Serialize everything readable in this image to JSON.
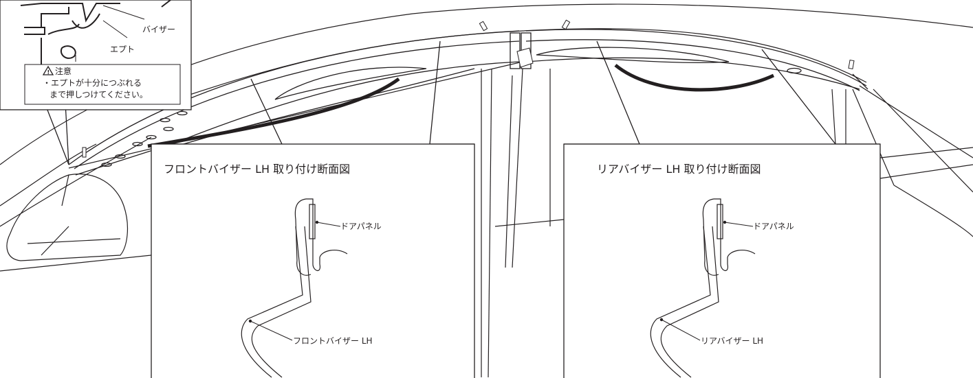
{
  "callout_top_left": {
    "visor_label": "バイザー",
    "ept_label": "エプト",
    "caution_title": "注意",
    "caution_line1": "・エプトが十分につぶれる",
    "caution_line2": "まで押しつけてください。"
  },
  "panel_front": {
    "title": "フロントバイザー LH 取り付け断面図",
    "door_panel_label": "ドアパネル",
    "visor_label": "フロントバイザー LH"
  },
  "panel_rear": {
    "title": "リアバイザー LH 取り付け断面図",
    "door_panel_label": "ドアパネル",
    "visor_label": "リアバイザー LH"
  }
}
